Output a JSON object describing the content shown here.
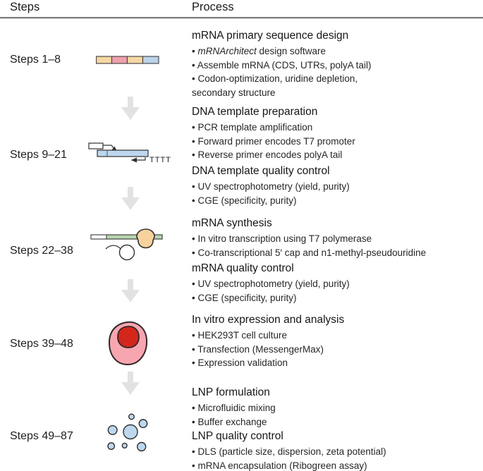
{
  "header": {
    "steps_col": "Steps",
    "process_col": "Process"
  },
  "sections": [
    {
      "steps_label": "Steps 1–8",
      "icon": "mrna-construct-icon",
      "blocks": [
        {
          "title": "mRNA primary sequence design",
          "bullets": [
            {
              "pre": "• ",
              "italic": "mRNArchitect",
              "post": " design software"
            },
            {
              "text": "• Assemble mRNA (CDS, UTRs, polyA tail)"
            },
            {
              "text": "• Codon-optimization, uridine depletion,\nsecondary structure"
            }
          ]
        }
      ]
    },
    {
      "steps_label": "Steps 9–21",
      "icon": "dna-template-icon",
      "icon_text": "TTTT",
      "blocks": [
        {
          "title": "DNA template preparation",
          "bullets": [
            {
              "text": "• PCR template amplification"
            },
            {
              "text": "• Forward primer encodes T7 promoter"
            },
            {
              "text": "• Reverse primer encodes polyA tail"
            }
          ]
        },
        {
          "title": "DNA template quality control",
          "bullets": [
            {
              "text": "• UV spectrophotometry (yield, purity)"
            },
            {
              "text": "• CGE (specificity, purity)"
            }
          ]
        }
      ]
    },
    {
      "steps_label": "Steps 22–38",
      "icon": "in-vitro-transcription-icon",
      "blocks": [
        {
          "title": "mRNA synthesis",
          "bullets": [
            {
              "text": "• In vitro transcription using T7 polymerase"
            },
            {
              "text": "• Co-transcriptional 5′ cap and n1-methyl-pseudouridine"
            }
          ]
        },
        {
          "title": "mRNA quality control",
          "bullets": [
            {
              "text": "• UV spectrophotometry (yield, purity)"
            },
            {
              "text": "• CGE (specificity, purity)"
            }
          ]
        }
      ]
    },
    {
      "steps_label": "Steps 39–48",
      "icon": "cell-icon",
      "blocks": [
        {
          "title": "In vitro expression and analysis",
          "bullets": [
            {
              "text": "• HEK293T cell culture"
            },
            {
              "text": "• Transfection (MessengerMax)"
            },
            {
              "text": "• Expression validation"
            }
          ]
        }
      ]
    },
    {
      "steps_label": "Steps 49–87",
      "icon": "lnp-particles-icon",
      "blocks": [
        {
          "title": "LNP formulation",
          "bullets": [
            {
              "text": "• Microfluidic mixing"
            },
            {
              "text": "• Buffer exchange"
            }
          ]
        },
        {
          "title": "LNP quality control",
          "bullets": [
            {
              "text": "• DLS (particle size, dispersion, zeta potential)"
            },
            {
              "text": "• mRNA encapsulation (Ribogreen assay)"
            }
          ]
        }
      ]
    }
  ],
  "colors": {
    "utr_tan": "#f6d7a4",
    "cds_pink": "#f0a0ab",
    "polya_blue": "#b9d3ea",
    "template_blue": "#bdd7ee",
    "rna_green": "#b7d6b0",
    "polymerase_orange": "#f8d29c",
    "cell_pink": "#f7a6b0",
    "nucleus_red": "#d3271c",
    "lnp_blue": "#bdd7ee",
    "arrow_gray": "#e2e2e2",
    "rule_gray": "#7d7d7d"
  }
}
